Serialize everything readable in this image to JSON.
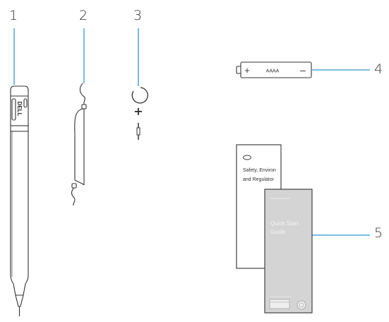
{
  "callouts": {
    "c1": "1",
    "c2": "2",
    "c3": "3",
    "c4": "4",
    "c5": "5"
  },
  "pen": {
    "brand": "DELL"
  },
  "battery": {
    "plus": "+",
    "type": "AAAA",
    "minus": "–"
  },
  "tip_kit": {
    "plus": "+"
  },
  "docs": {
    "safety": {
      "line1": "Safety, Environ",
      "line2": "and Regulator"
    },
    "quick_start": {
      "header": "",
      "title_line1": "Quick Start",
      "title_line2": "Guide"
    }
  },
  "colors": {
    "line": "#2e98cc",
    "stroke": "#333333",
    "guide_fill": "#d4d4d4"
  }
}
